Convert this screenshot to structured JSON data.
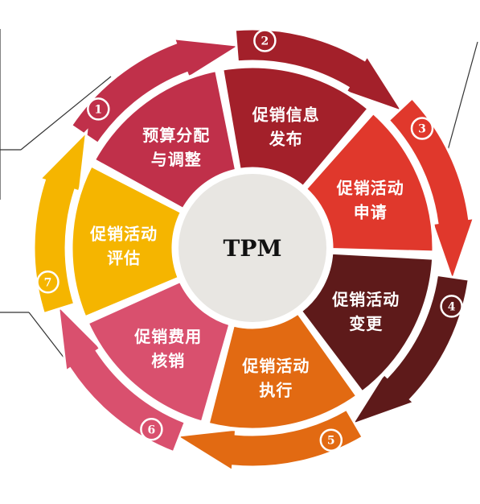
{
  "center": {
    "label": "TPM"
  },
  "steps": [
    {
      "number": "1",
      "line1": "预算分配",
      "line2": "与调整",
      "color": "#c0304a",
      "arrow": "#c0304a"
    },
    {
      "number": "2",
      "line1": "促销信息",
      "line2": "发布",
      "color": "#a3202a",
      "arrow": "#a3202a"
    },
    {
      "number": "3",
      "line1": "促销活动",
      "line2": "申请",
      "color": "#e0382c",
      "arrow": "#e0382c"
    },
    {
      "number": "4",
      "line1": "促销活动",
      "line2": "变更",
      "color": "#5e1a1a",
      "arrow": "#5e1a1a"
    },
    {
      "number": "5",
      "line1": "促销活动",
      "line2": "执行",
      "color": "#e26a12",
      "arrow": "#e26a12"
    },
    {
      "number": "6",
      "line1": "促销费用",
      "line2": "核销",
      "color": "#d9506e",
      "arrow": "#d9506e"
    },
    {
      "number": "7",
      "line1": "促销活动",
      "line2": "评估",
      "color": "#f5b500",
      "arrow": "#f5b500"
    }
  ]
}
